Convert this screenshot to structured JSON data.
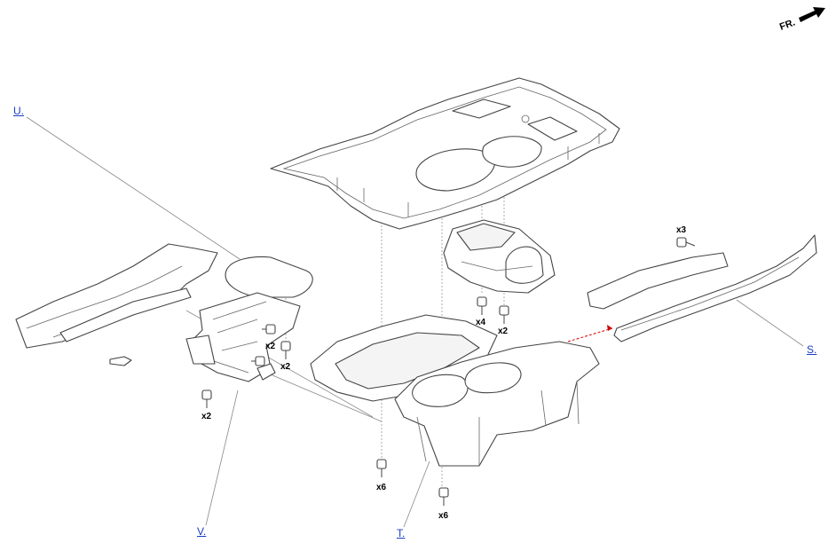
{
  "orientation": {
    "label": "FR."
  },
  "callouts": {
    "u": "U.",
    "v": "V.",
    "t": "T.",
    "s": "S."
  },
  "quantities": {
    "shifter_front": "x4",
    "shifter_rear": "x2",
    "panel_screw_a": "x2",
    "panel_screw_b": "x2",
    "bracket_bottom": "x2",
    "center_bottom": "x6",
    "cupholder_bottom": "x6",
    "side_trim": "x3"
  },
  "colors": {
    "line": "#444444",
    "link": "#1a3cc4",
    "alignment_arrow": "#d40000"
  }
}
